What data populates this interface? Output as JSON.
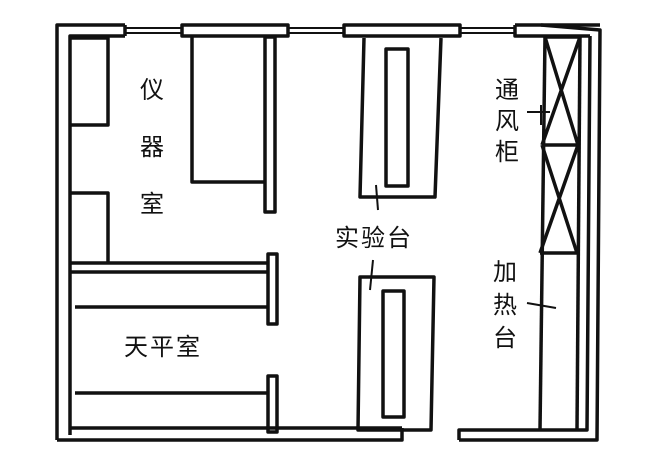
{
  "diagram": {
    "type": "floor-plan",
    "colors": {
      "line": "#111111",
      "background": "#ffffff"
    },
    "labels": {
      "instrument_room": [
        "仪",
        "器",
        "室"
      ],
      "balance_room": "天平室",
      "lab_bench": "实验台",
      "fume_hood": [
        "通",
        "风",
        "柜"
      ],
      "heating_bench": [
        "加",
        "热",
        "台"
      ]
    }
  }
}
